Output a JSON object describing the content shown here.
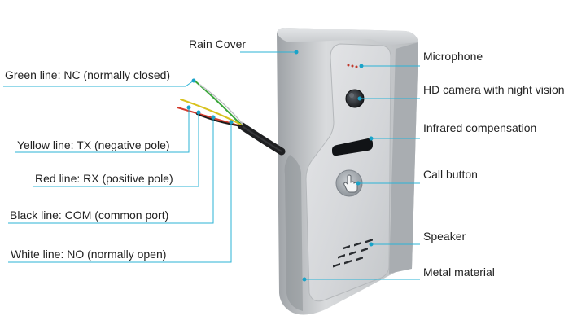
{
  "colors": {
    "leader_line": "#2bb3d6",
    "leader_dot": "#1aa3c8",
    "housing": "#c7cacd",
    "faceplate": "#d6d8db",
    "text": "#222222"
  },
  "labels": {
    "rain_cover": "Rain Cover",
    "microphone": "Microphone",
    "camera": "HD camera with night vision",
    "infrared": "Infrared compensation",
    "call_button": "Call button",
    "speaker": "Speaker",
    "metal": "Metal material",
    "green_line": "Green line: NC (normally closed)",
    "yellow_line": "Yellow line: TX (negative pole)",
    "red_line": "Red line: RX (positive pole)",
    "black_line": "Black line: COM (common port)",
    "white_line": "White line: NO (normally open)"
  },
  "icons": {
    "call_button": "hand-pointer-icon"
  }
}
